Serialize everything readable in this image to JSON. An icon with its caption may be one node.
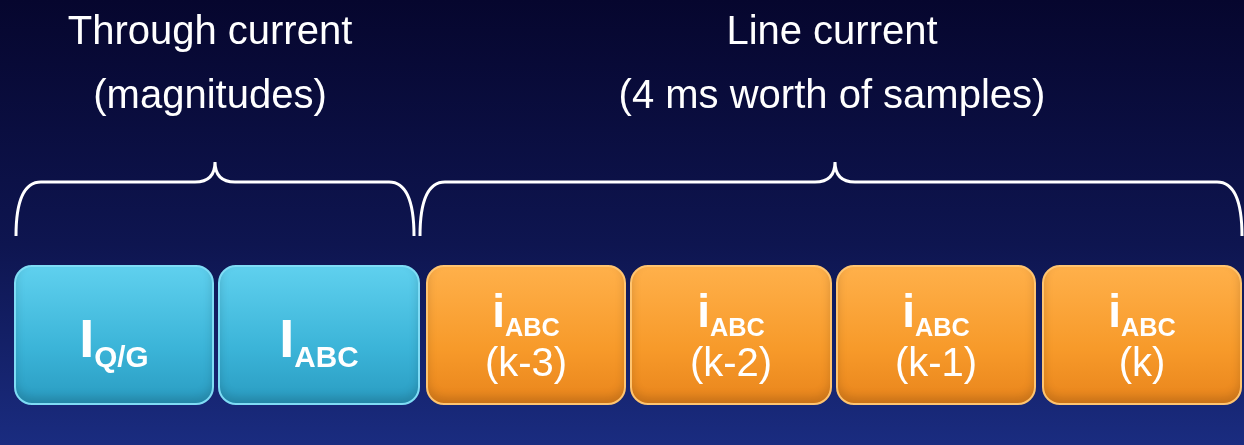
{
  "diagram": {
    "nodes": [
      {
        "text": [
          "I$_{Q/G}$"
        ]
      },
      {
        "text": [
          "I$_{ABC}$"
        ]
      },
      {
        "text": [
          "i$_{ABC}$",
          "(k-3)"
        ]
      },
      {
        "text": [
          "i$_{ABC}$",
          "(k-2)"
        ]
      },
      {
        "text": [
          "i$_{ABC}$",
          "(k-1)"
        ]
      },
      {
        "text": [
          "i$_{ABC}$",
          "(k)"
        ]
      }
    ],
    "labels": [
      "Through current",
      "(magnitudes)",
      "Line current",
      "(4 ms worth of samples)"
    ]
  }
}
